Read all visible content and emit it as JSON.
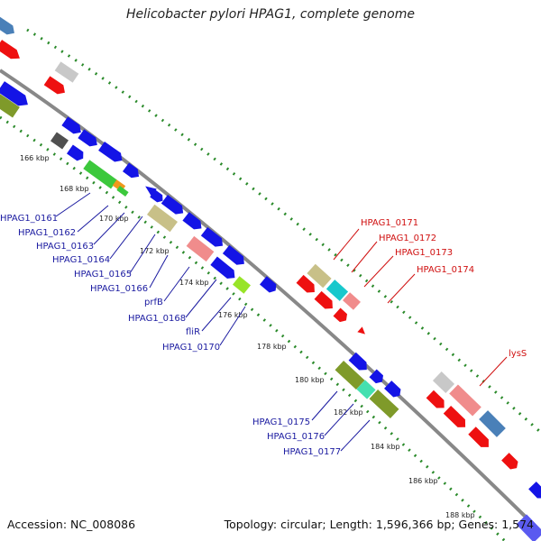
{
  "title": "Helicobacter pylori HPAG1, complete genome",
  "footer": {
    "accession": "Accession: NC_008086",
    "topology": "Topology: circular; Length: 1,596,366 bp; Genes: 1,574"
  },
  "colors": {
    "backbone": "#888888",
    "scale": "#2a8a2a",
    "label_blue": "#1a1aa0",
    "label_red": "#d01010",
    "gene_blue": "#1414e6",
    "gene_red": "#ee1010",
    "gene_olive": "#7f9a2a",
    "gene_khaki": "#c8c088",
    "gene_pink": "#f08c8c",
    "gene_cyan": "#18c8cc",
    "gene_green": "#3cc83c",
    "gene_lime": "#98e428",
    "gene_steel": "#4a80b8",
    "gene_grey": "#c8c8c8",
    "gene_dark": "#505050",
    "gene_orange": "#f0981c"
  },
  "kbp_ticks": [
    "166 kbp",
    "168 kbp",
    "170 kbp",
    "172 kbp",
    "174 kbp",
    "176 kbp",
    "178 kbp",
    "180 kbp",
    "182 kbp",
    "184 kbp",
    "186 kbp",
    "188 kbp"
  ],
  "labels_blue": [
    "HPAG1_0161",
    "HPAG1_0162",
    "HPAG1_0163",
    "HPAG1_0164",
    "HPAG1_0165",
    "HPAG1_0166",
    "prfB",
    "HPAG1_0168",
    "fliR",
    "HPAG1_0170",
    "HPAG1_0175",
    "HPAG1_0176",
    "HPAG1_0177"
  ],
  "labels_red": [
    "HPAG1_0171",
    "HPAG1_0172",
    "HPAG1_0173",
    "HPAG1_0174",
    "lysS"
  ]
}
